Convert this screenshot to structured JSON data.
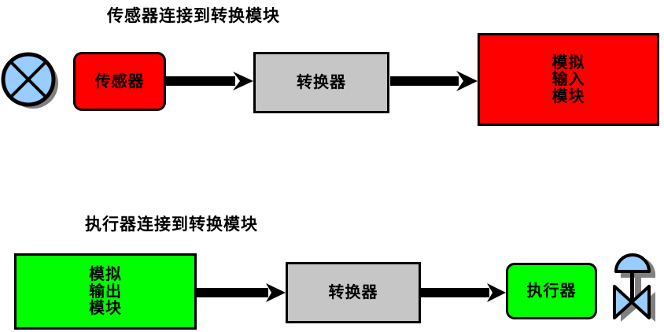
{
  "diagram": {
    "title_top": "传感器连接到转换模块",
    "title_bottom": "执行器连接到转换模块",
    "colors": {
      "red": "#ff0000",
      "green": "#00ff00",
      "gray": "#c6c6c6",
      "blue": "#99ccff",
      "shadow": "#808080",
      "outline": "#000000",
      "background": "#ffffff"
    },
    "rows": [
      {
        "id": "sensor-row",
        "title": "传感器连接到转换模块",
        "nodes": [
          {
            "id": "sensor-icon",
            "type": "icon",
            "icon": "crossed-circle-sensor-icon",
            "label": ""
          },
          {
            "id": "sensor",
            "type": "box",
            "shape": "rounded",
            "fill": "#ff0000",
            "label": "传感器"
          },
          {
            "id": "converter-top",
            "type": "box",
            "shape": "rect",
            "fill": "#c6c6c6",
            "label": "转换器"
          },
          {
            "id": "analog-input-module",
            "type": "box",
            "shape": "rect",
            "fill": "#ff0000",
            "label_lines": [
              "模拟",
              "输入",
              "模块"
            ]
          }
        ],
        "arrows": [
          {
            "id": "arrow-sensor-to-converter",
            "from": "sensor",
            "to": "converter-top",
            "direction": "right"
          },
          {
            "id": "arrow-converter-to-ai-module",
            "from": "converter-top",
            "to": "analog-input-module",
            "direction": "right"
          }
        ]
      },
      {
        "id": "actuator-row",
        "title": "执行器连接到转换模块",
        "nodes": [
          {
            "id": "analog-output-module",
            "type": "box",
            "shape": "rect",
            "fill": "#00ff00",
            "label_lines": [
              "模拟",
              "输出",
              "模块"
            ]
          },
          {
            "id": "converter-bottom",
            "type": "box",
            "shape": "rect",
            "fill": "#c6c6c6",
            "label": "转换器"
          },
          {
            "id": "actuator",
            "type": "box",
            "shape": "rounded",
            "fill": "#00ff00",
            "label": "执行器"
          },
          {
            "id": "valve-icon",
            "type": "icon",
            "icon": "butterfly-valve-icon",
            "label": ""
          }
        ],
        "arrows": [
          {
            "id": "arrow-ao-module-to-converter",
            "from": "analog-output-module",
            "to": "converter-bottom",
            "direction": "right"
          },
          {
            "id": "arrow-converter-to-actuator",
            "from": "converter-bottom",
            "to": "actuator",
            "direction": "right"
          }
        ]
      }
    ],
    "labels": {
      "sensor": "传感器",
      "converter_top": "转换器",
      "converter_bottom": "转换器",
      "actuator": "执行器",
      "ai_line1": "模拟",
      "ai_line2": "输入",
      "ai_line3": "模块",
      "ao_line1": "模拟",
      "ao_line2": "输出",
      "ao_line3": "模块"
    }
  }
}
